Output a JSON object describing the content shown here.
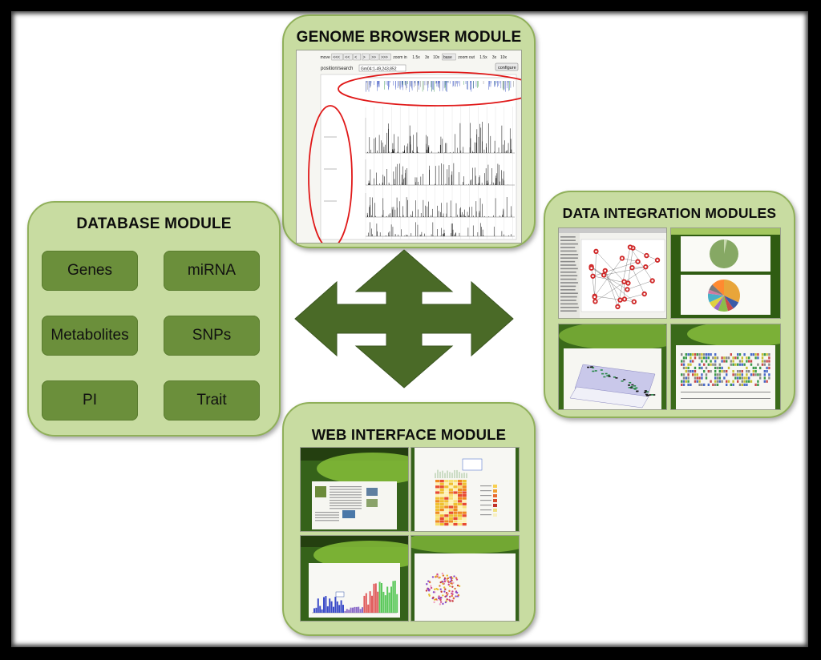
{
  "modules": {
    "genome_browser": {
      "title": "GENOME BROWSER MODULE",
      "toolbar": [
        "move",
        "<<<",
        "<<",
        "<",
        ">",
        ">>",
        ">>>",
        "zoom in",
        "1.5x",
        "3x",
        "10x",
        "base",
        "zoom out",
        "1.5x",
        "3x",
        "10x"
      ],
      "position_label": "position/search",
      "position_value": "Gm04:1-49,243,852",
      "configure_label": "configure"
    },
    "database": {
      "title": "DATABASE MODULE",
      "items": [
        "Genes",
        "miRNA",
        "Metabolites",
        "SNPs",
        "PI",
        "Trait"
      ]
    },
    "data_integration": {
      "title": "DATA INTEGRATION MODULES"
    },
    "web_interface": {
      "title": "WEB INTERFACE MODULE"
    }
  },
  "colors": {
    "module_fill": "#c8dca1",
    "module_border": "#90b05a",
    "item_fill": "#6b8f3b",
    "arrow_fill": "#4a6a27",
    "highlight": "#e01818"
  }
}
